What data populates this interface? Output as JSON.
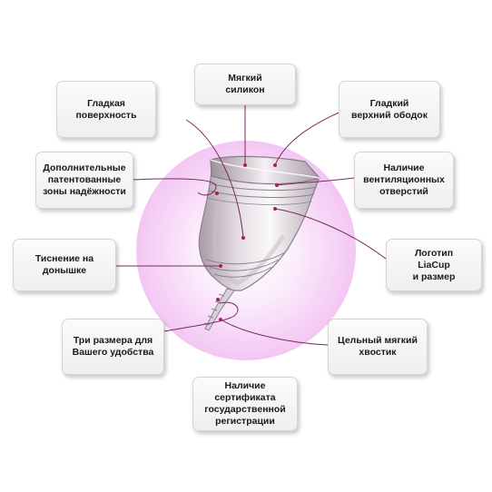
{
  "callouts": {
    "soft_silicone": "Мягкий\nсиликон",
    "smooth_surface": "Гладкая\nповерхность",
    "smooth_rim": "Гладкий\nверхний ободок",
    "reliability_zones": "Дополнительные\nпатентованные\nзоны надёжности",
    "vent_holes": "Наличие\nвентиляционных\nотверстий",
    "bottom_embossing": "Тиснение на\nдонышке",
    "logo_size": "Логотип\nLiaCup\nи размер",
    "three_sizes": "Три  размера для\nВашего удобства",
    "solid_tail": "Цельный мягкий\nхвостик",
    "certificate": "Наличие\nсертификата\nгосударственной\nрегистрации"
  },
  "colors": {
    "halo_center": "#ffffff",
    "halo_edge": "#f3c6f3",
    "leader_line": "#7a2a66",
    "leader_dot": "#b0186e"
  }
}
